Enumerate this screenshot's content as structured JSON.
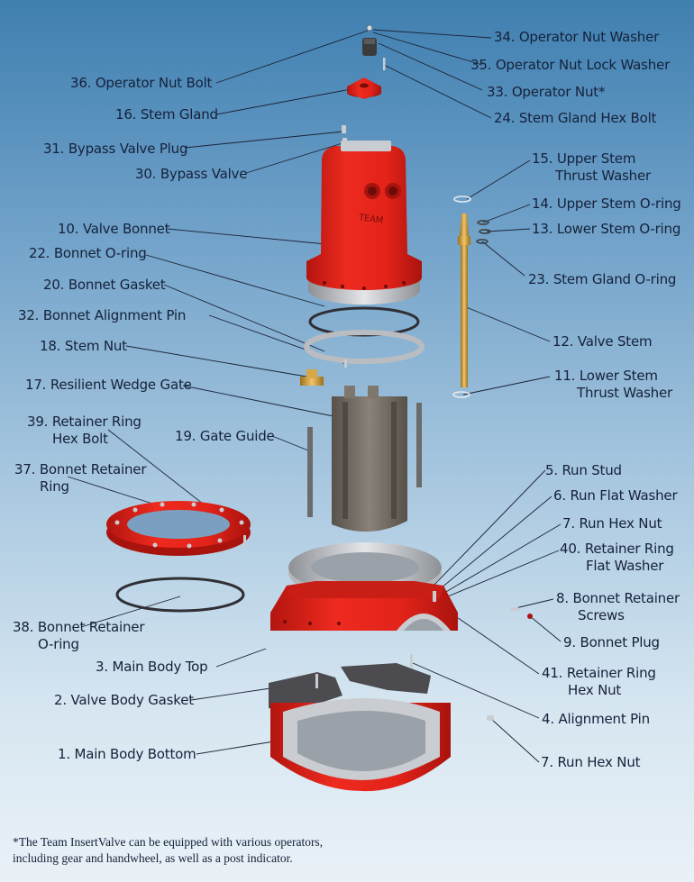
{
  "labels": {
    "l34": "34. Operator Nut Washer",
    "l35": "35. Operator Nut Lock Washer",
    "l36": "36. Operator Nut Bolt",
    "l33": "33. Operator Nut*",
    "l16": "16. Stem Gland",
    "l24": "24. Stem Gland Hex Bolt",
    "l31": "31. Bypass Valve Plug",
    "l30": "30. Bypass Valve",
    "l15a": "15. Upper Stem",
    "l15b": "Thrust Washer",
    "l14": "14. Upper Stem O-ring",
    "l10": "10. Valve Bonnet",
    "l13": "13. Lower Stem O-ring",
    "l22": "22. Bonnet O-ring",
    "l23": "23. Stem Gland O-ring",
    "l20": "20. Bonnet Gasket",
    "l32": "32. Bonnet Alignment Pin",
    "l18": "18. Stem Nut",
    "l12": "12. Valve Stem",
    "l11a": "11. Lower Stem",
    "l11b": "Thrust Washer",
    "l17": "17. Resilient Wedge Gate",
    "l39a": "39. Retainer Ring",
    "l39b": "Hex Bolt",
    "l19": "19. Gate Guide",
    "l37a": "37. Bonnet Retainer",
    "l37b": "Ring",
    "l5": "5. Run Stud",
    "l6": "6. Run Flat Washer",
    "l7a": "7. Run Hex Nut",
    "l40a": "40. Retainer Ring",
    "l40b": "Flat Washer",
    "l8a": "8. Bonnet Retainer",
    "l8b": "Screws",
    "l38a": "38. Bonnet Retainer",
    "l38b": "O-ring",
    "l9": "9. Bonnet Plug",
    "l3": "3. Main Body Top",
    "l41a": "41. Retainer Ring",
    "l41b": "Hex Nut",
    "l2": "2. Valve Body Gasket",
    "l4": "4. Alignment Pin",
    "l1": "1. Main Body Bottom",
    "l7b": "7. Run Hex Nut"
  },
  "footnote": {
    "line1": "*The Team InsertValve can be equipped with various operators,",
    "line2": "including gear and handwheel, as well as a post indicator."
  },
  "bonnet_text": "TEAM",
  "colors": {
    "red": "#e2231a",
    "red_dark": "#b0140f",
    "steel": "#c9ccd0",
    "gate": "#6e675f",
    "brass": "#c99a3a"
  }
}
